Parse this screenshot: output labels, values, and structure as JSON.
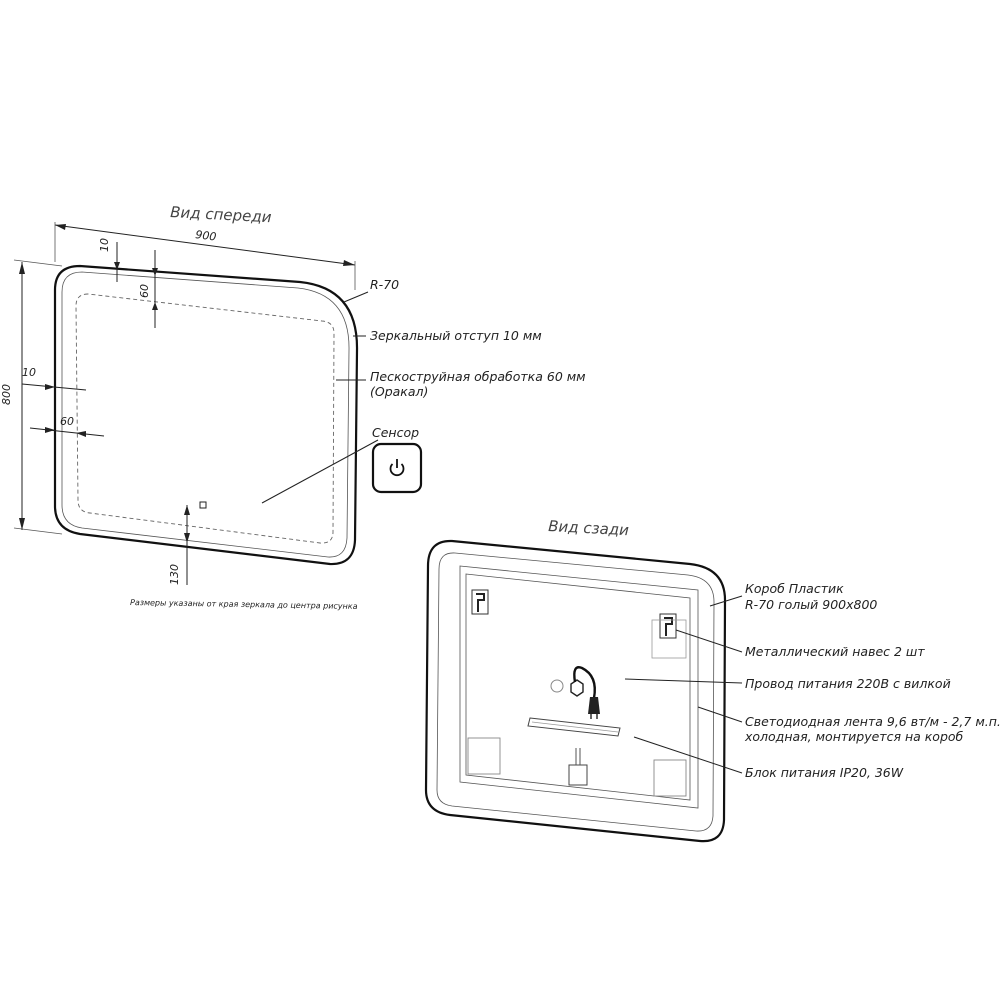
{
  "front": {
    "title": "Вид спереди",
    "dim_width": "900",
    "dim_height": "800",
    "dim_top_offset": "10",
    "dim_top_sand": "60",
    "dim_left_offset": "10",
    "dim_left_sand": "60",
    "dim_sensor": "130",
    "radius": "R-70",
    "callout_mirror_offset": "Зеркальный отступ 10 мм",
    "callout_sandblast_1": "Пескоструйная обработка 60 мм",
    "callout_sandblast_2": "(Оракал)",
    "callout_sensor": "Сенсор",
    "sensor_icon": "power-icon",
    "footnote": "Размеры указаны от края зеркала до центра рисунка"
  },
  "back": {
    "title": "Вид сзади",
    "callout_box_1": "Короб Пластик",
    "callout_box_2": "R-70 голый  900х800",
    "callout_hanger": "Металлический навес 2 шт",
    "callout_cable": "Провод питания 220В с вилкой",
    "callout_led_1": "Светодиодная лента 9,6 вт/м - 2,7 м.п.",
    "callout_led_2": "холодная, монтируется на короб",
    "callout_psu": "Блок питания IP20, 36W"
  }
}
